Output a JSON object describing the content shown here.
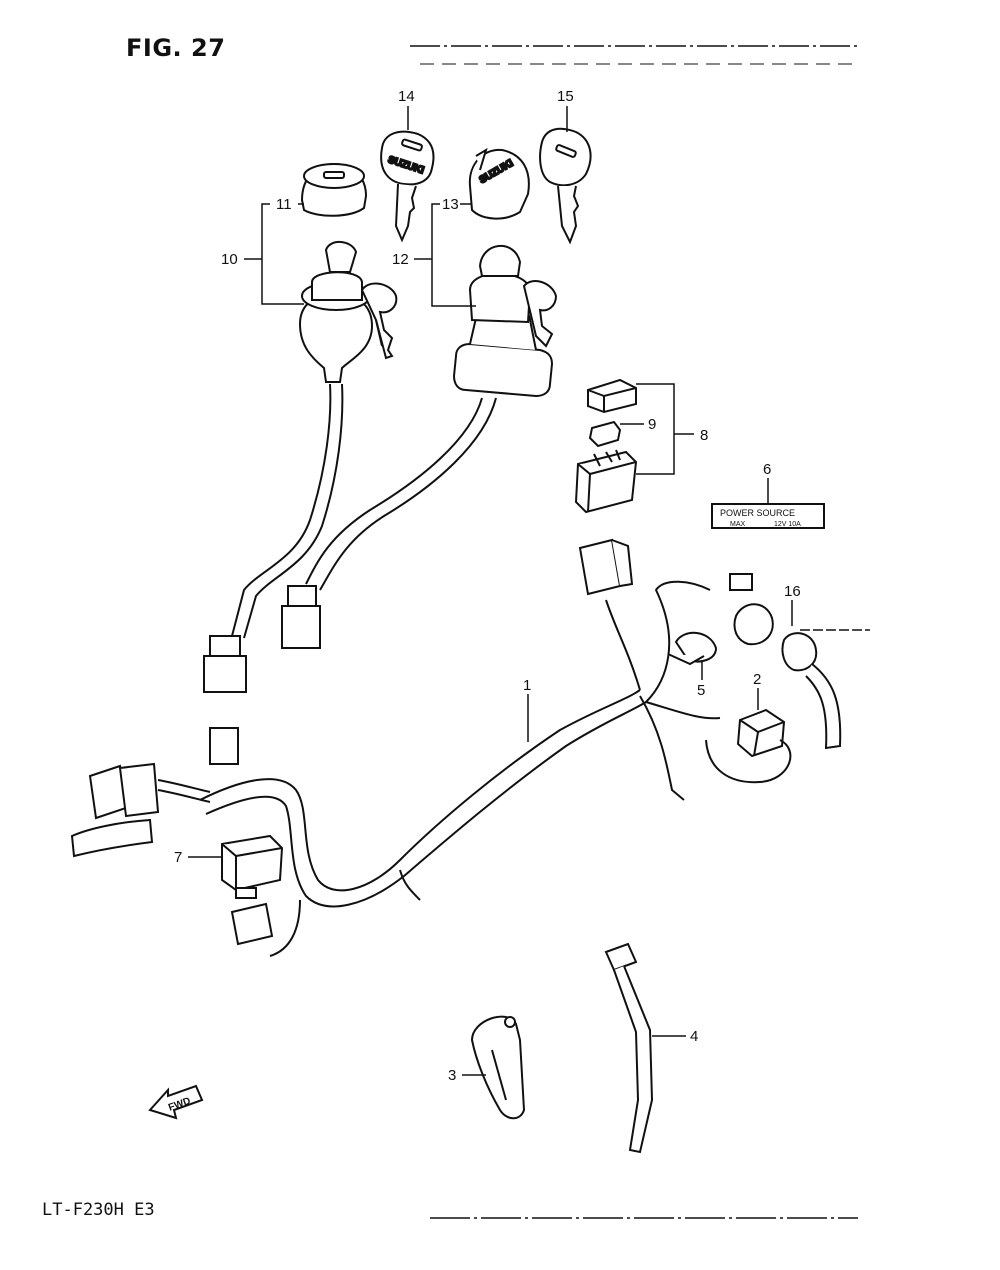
{
  "figure": {
    "title": "FIG. 27",
    "model_code": "LT-F230H E3"
  },
  "callouts": [
    {
      "id": "1",
      "text": "1"
    },
    {
      "id": "2",
      "text": "2"
    },
    {
      "id": "3",
      "text": "3"
    },
    {
      "id": "4",
      "text": "4"
    },
    {
      "id": "5",
      "text": "5"
    },
    {
      "id": "6",
      "text": "6"
    },
    {
      "id": "7",
      "text": "7"
    },
    {
      "id": "8",
      "text": "8"
    },
    {
      "id": "9",
      "text": "9"
    },
    {
      "id": "10",
      "text": "10"
    },
    {
      "id": "11",
      "text": "11"
    },
    {
      "id": "12",
      "text": "12"
    },
    {
      "id": "13",
      "text": "13"
    },
    {
      "id": "14",
      "text": "14"
    },
    {
      "id": "15",
      "text": "15"
    },
    {
      "id": "16",
      "text": "16"
    }
  ],
  "key_brand": "SUZUKI",
  "power_label": {
    "line1": "POWER SOURCE",
    "line2_left": "MAX",
    "line2_right": "12V 10A"
  },
  "fwd_marker": "FWD"
}
